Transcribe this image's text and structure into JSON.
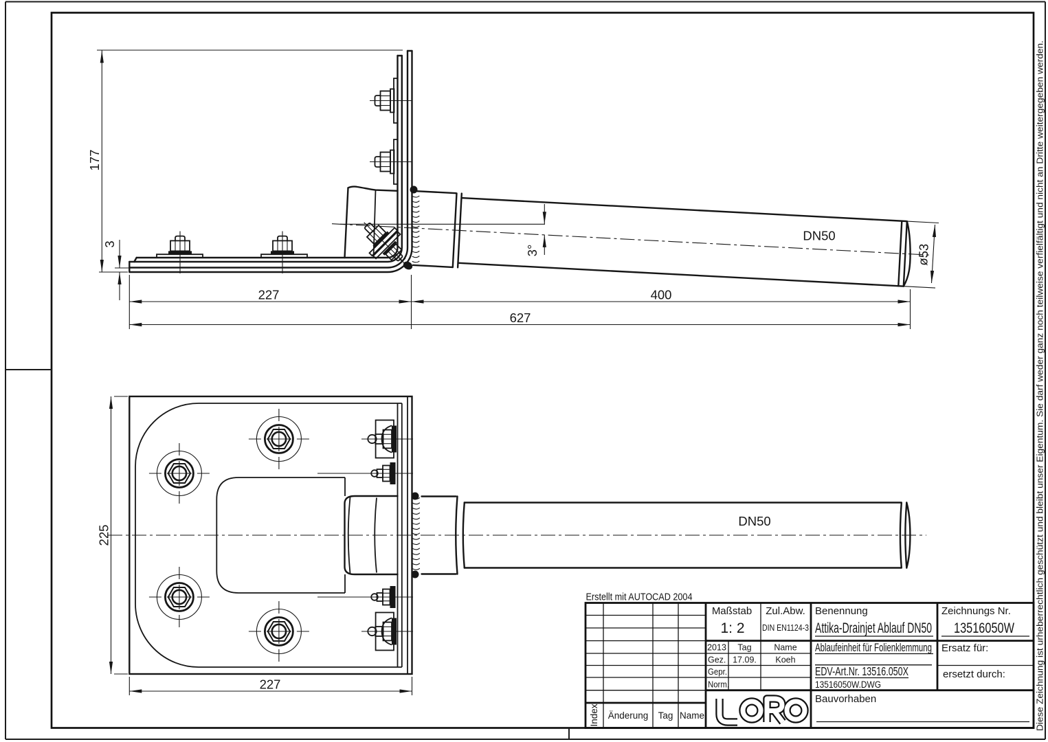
{
  "side_view": {
    "dim_height": "177",
    "dim_thickness": "3",
    "dim_base": "227",
    "dim_pipe": "400",
    "dim_total": "627",
    "angle": "3°",
    "pipe_label": "DN50",
    "pipe_diameter": "ø53"
  },
  "plan_view": {
    "dim_depth": "225",
    "dim_width": "227",
    "pipe_label": "DN50"
  },
  "annotations": {
    "created_with": "Erstellt mit AUTOCAD 2004",
    "copyright": "Diese Zeichnung ist urheberrechtlich geschützt und bleibt unser Eigentum. Sie darf weder ganz noch teilweise verfielfältigt und nicht an Dritte weitergegeben werden."
  },
  "title_block": {
    "masstab_label": "Maßstab",
    "masstab_value": "1: 2",
    "zul_abw_label": "Zul.Abw.",
    "zul_abw_value": "DIN EN1124-3",
    "benennung_label": "Benennung",
    "benennung_value": "Attika-Drainjet Ablauf DN50",
    "zeichnungs_nr_label": "Zeichnungs Nr.",
    "zeichnungs_nr_value": "13516050W",
    "subtitle": "Ablaufeinheit für Folienklemmung",
    "ersatz_fuer_label": "Ersatz für:",
    "edv_art_nr": "EDV-Art.Nr. 13516.050X",
    "dwg_file": "13516050W.DWG",
    "ersetzt_durch_label": "ersetzt durch:",
    "bauvorhaben_label": "Bauvorhaben",
    "year": "2013",
    "tag_label": "Tag",
    "name_label": "Name",
    "gez_label": "Gez.",
    "gez_date": "17.09.",
    "gez_name": "Koeh",
    "gepr_label": "Gepr.",
    "norm_label": "Norm.",
    "index_label": "Index",
    "aenderung_label": "Änderung",
    "tag_col_label": "Tag",
    "name_col_label": "Name",
    "logo": "LORO"
  }
}
